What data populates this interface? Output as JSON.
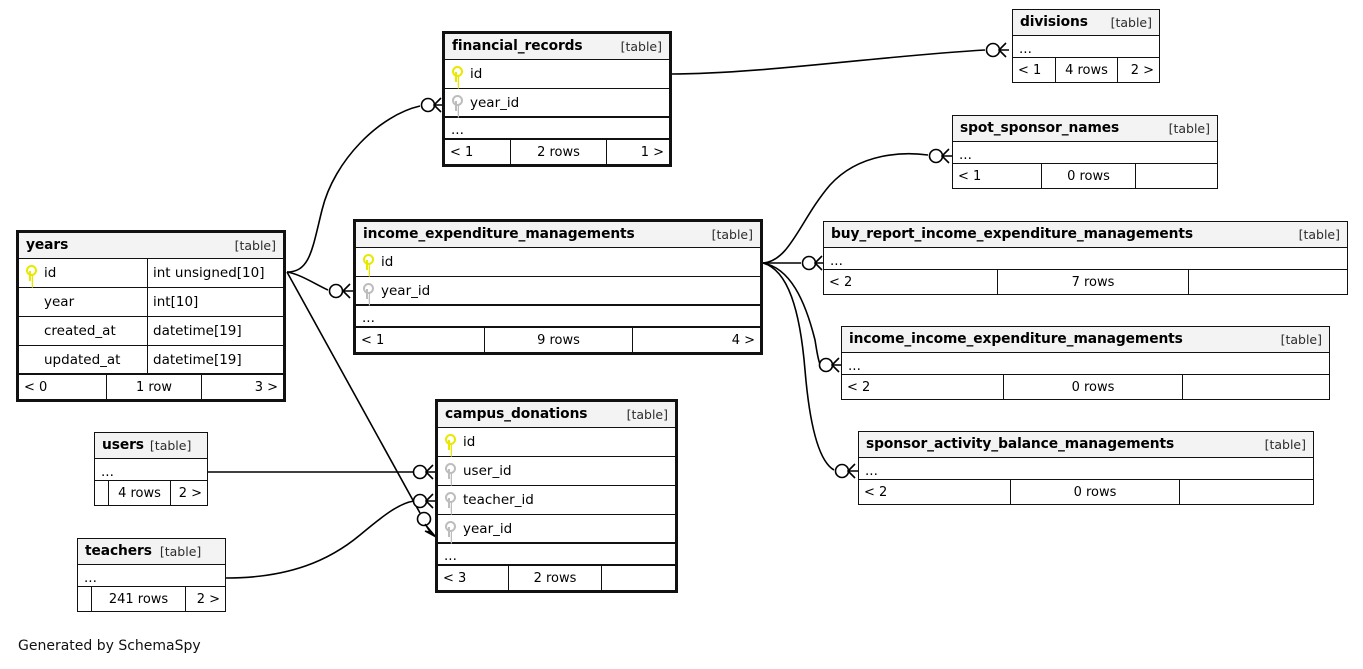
{
  "diagram": {
    "title": "SchemaSpy relationships diagram",
    "credit": "Generated by SchemaSpy",
    "table_tag": "[table]",
    "ellipsis": "...",
    "colors": {
      "background": "#ffffff",
      "table_border": "#111111",
      "header_background": "#f3f3f3",
      "primary_key": "#e8e800",
      "foreign_key": "#bdbdbd",
      "edge": "#000000"
    }
  },
  "tables": [
    {
      "id": "years",
      "name": "years",
      "tag": "[table]",
      "columns": [
        {
          "name": "id",
          "type": "int unsigned[10]",
          "key": "pk"
        },
        {
          "name": "year",
          "type": "int[10]",
          "key": "none"
        },
        {
          "name": "created_at",
          "type": "datetime[19]",
          "key": "none"
        },
        {
          "name": "updated_at",
          "type": "datetime[19]",
          "key": "none"
        }
      ],
      "footer": {
        "left": "< 0",
        "mid": "1 row",
        "right": "3 >"
      }
    },
    {
      "id": "financial_records",
      "name": "financial_records",
      "tag": "[table]",
      "columns": [
        {
          "name": "id",
          "type": "",
          "key": "pk"
        },
        {
          "name": "year_id",
          "type": "",
          "key": "fk"
        }
      ],
      "has_ellipsis": true,
      "footer": {
        "left": "< 1",
        "mid": "2 rows",
        "right": "1 >"
      }
    },
    {
      "id": "divisions",
      "name": "divisions",
      "tag": "[table]",
      "columns": [],
      "has_ellipsis": true,
      "footer": {
        "left": "< 1",
        "mid": "4 rows",
        "right": "2 >"
      }
    },
    {
      "id": "spot_sponsor_names",
      "name": "spot_sponsor_names",
      "tag": "[table]",
      "columns": [],
      "has_ellipsis": true,
      "footer": {
        "left": "< 1",
        "mid": "0 rows",
        "right": ""
      }
    },
    {
      "id": "income_expenditure_managements",
      "name": "income_expenditure_managements",
      "tag": "[table]",
      "columns": [
        {
          "name": "id",
          "type": "",
          "key": "pk"
        },
        {
          "name": "year_id",
          "type": "",
          "key": "fk"
        }
      ],
      "has_ellipsis": true,
      "footer": {
        "left": "< 1",
        "mid": "9 rows",
        "right": "4 >"
      }
    },
    {
      "id": "buy_report_income_expenditure_managements",
      "name": "buy_report_income_expenditure_managements",
      "tag": "[table]",
      "columns": [],
      "has_ellipsis": true,
      "footer": {
        "left": "< 2",
        "mid": "7 rows",
        "right": ""
      }
    },
    {
      "id": "income_income_expenditure_managements",
      "name": "income_income_expenditure_managements",
      "tag": "[table]",
      "columns": [],
      "has_ellipsis": true,
      "footer": {
        "left": "< 2",
        "mid": "0 rows",
        "right": ""
      }
    },
    {
      "id": "sponsor_activity_balance_managements",
      "name": "sponsor_activity_balance_managements",
      "tag": "[table]",
      "columns": [],
      "has_ellipsis": true,
      "footer": {
        "left": "< 2",
        "mid": "0 rows",
        "right": ""
      }
    },
    {
      "id": "campus_donations",
      "name": "campus_donations",
      "tag": "[table]",
      "columns": [
        {
          "name": "id",
          "type": "",
          "key": "pk"
        },
        {
          "name": "user_id",
          "type": "",
          "key": "fk"
        },
        {
          "name": "teacher_id",
          "type": "",
          "key": "fk"
        },
        {
          "name": "year_id",
          "type": "",
          "key": "fk"
        }
      ],
      "has_ellipsis": true,
      "footer": {
        "left": "< 3",
        "mid": "2 rows",
        "right": ""
      }
    },
    {
      "id": "users",
      "name": "users",
      "tag": "[table]",
      "columns": [],
      "has_ellipsis": true,
      "footer": {
        "left": "",
        "mid": "4 rows",
        "right": "2 >"
      }
    },
    {
      "id": "teachers",
      "name": "teachers",
      "tag": "[table]",
      "columns": [],
      "has_ellipsis": true,
      "footer": {
        "left": "",
        "mid": "241 rows",
        "right": "2 >"
      }
    }
  ],
  "relationships": [
    {
      "from": "years",
      "to": "financial_records",
      "to_column": "year_id"
    },
    {
      "from": "years",
      "to": "income_expenditure_managements",
      "to_column": "year_id"
    },
    {
      "from": "years",
      "to": "campus_donations",
      "to_column": "year_id"
    },
    {
      "from": "financial_records",
      "to": "divisions",
      "to_column": "..."
    },
    {
      "from": "income_expenditure_managements",
      "to": "spot_sponsor_names",
      "to_column": "..."
    },
    {
      "from": "income_expenditure_managements",
      "to": "buy_report_income_expenditure_managements",
      "to_column": "..."
    },
    {
      "from": "income_expenditure_managements",
      "to": "income_income_expenditure_managements",
      "to_column": "..."
    },
    {
      "from": "income_expenditure_managements",
      "to": "sponsor_activity_balance_managements",
      "to_column": "..."
    },
    {
      "from": "users",
      "to": "campus_donations",
      "to_column": "user_id"
    },
    {
      "from": "teachers",
      "to": "campus_donations",
      "to_column": "teacher_id"
    }
  ]
}
